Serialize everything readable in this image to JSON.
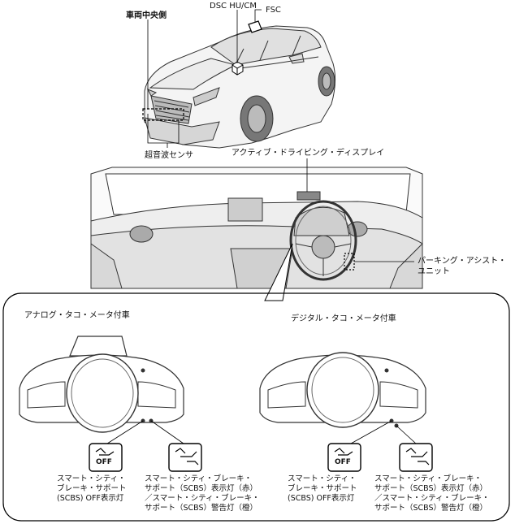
{
  "labels": {
    "vehicle_center": "車両中央側",
    "dsc_hu_cm": "DSC HU/CM",
    "fsc": "FSC",
    "ultrasonic_sensor": "超音波センサ",
    "active_driving_display": "アクティブ・ドライビング・ディスプレイ",
    "parking_assist_unit_line1": "パーキング・アシスト・",
    "parking_assist_unit_line2": "ユニット"
  },
  "analog": {
    "title": "アナログ・タコ・メータ付車",
    "off_icon_text": "OFF",
    "off_caption": [
      "スマート・シティ・",
      "ブレーキ・サポート",
      "(SCBS) OFF表示灯"
    ],
    "warn_caption": [
      "スマート・シティ・ブレーキ・",
      "サポート（SCBS）表示灯（赤）",
      "／スマート・シティ・ブレーキ・",
      "サポート（SCBS）警告灯（橙）"
    ]
  },
  "digital": {
    "title": "デジタル・タコ・メータ付車",
    "off_icon_text": "OFF",
    "off_caption": [
      "スマート・シティ・",
      "ブレーキ・サポート",
      "(SCBS) OFF表示灯"
    ],
    "warn_caption": [
      "スマート・シティ・ブレーキ・",
      "サポート（SCBS）表示灯（赤）",
      "／スマート・シティ・ブレーキ・",
      "サポート（SCBS）警告灯（橙）"
    ]
  }
}
